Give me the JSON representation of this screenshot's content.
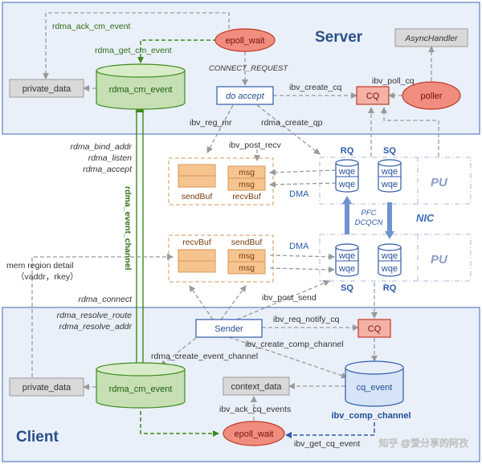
{
  "regions": {
    "server_title": "Server",
    "client_title": "Client",
    "nic_label": "NIC",
    "pu_top": "PU",
    "pu_bottom": "PU"
  },
  "server": {
    "async_handler": "AsyncHandler",
    "private_data": "private_data",
    "rdma_cm_event": "rdma_cm_event",
    "epoll_wait": "epoll_wait",
    "do_accept": "do accept",
    "cq": "CQ",
    "poller": "poller"
  },
  "client": {
    "private_data": "private_data",
    "rdma_cm_event": "rdma_cm_event",
    "sender": "Sender",
    "cq": "CQ",
    "context_data": "context_data",
    "cq_event": "cq_event",
    "comp_channel": "ibv_comp_channel",
    "epoll_wait": "epoll_wait"
  },
  "buffers": {
    "top_send": "sendBuf",
    "top_recv": "recvBuf",
    "bottom_recv": "recvBuf",
    "bottom_send": "sendBuf",
    "msg": "msg",
    "dma_top": "DMA",
    "dma_bottom": "DMA"
  },
  "queues": {
    "rq_top": "RQ",
    "sq_top": "SQ",
    "sq_bottom": "SQ",
    "rq_bottom": "RQ",
    "wqe": "wqe",
    "pfc": "PFC",
    "dcqcn": "DCQCN"
  },
  "edges": {
    "ack_cm_event": "rdma_ack_cm_event",
    "get_cm_event": "rdma_get_cm_event",
    "connect_request": "CONNECT_REQUEST",
    "create_cq": "ibv_create_cq",
    "poll_cq": "ibv_poll_cq",
    "reg_mr": "ibv_reg_mr",
    "create_qp": "rdma_create_qp",
    "post_recv": "ibv_post_recv",
    "bind_addr": "rdma_bind_addr",
    "listen": "rdma_listen",
    "accept": "rdma_accept",
    "event_channel": "rdma_event_channel",
    "mem_region_1": "mem region detail",
    "mem_region_2": "（vaddr，rkey）",
    "connect": "rdma_connect",
    "resolve_route": "rdma_resolve_route",
    "resolve_addr": "rdma_resolve_addr",
    "post_send": "ibv_post_send",
    "req_notify_cq": "ibv_req_notify_cq",
    "create_comp_channel": "ibv_create_comp_channel",
    "create_event_channel": "rdma_create_event_channel",
    "ack_cq_events": "ibv_ack_cq_events",
    "get_cq_event": "ibv_get_cq_event"
  },
  "watermark": "知乎 @爱分享的阿孜"
}
